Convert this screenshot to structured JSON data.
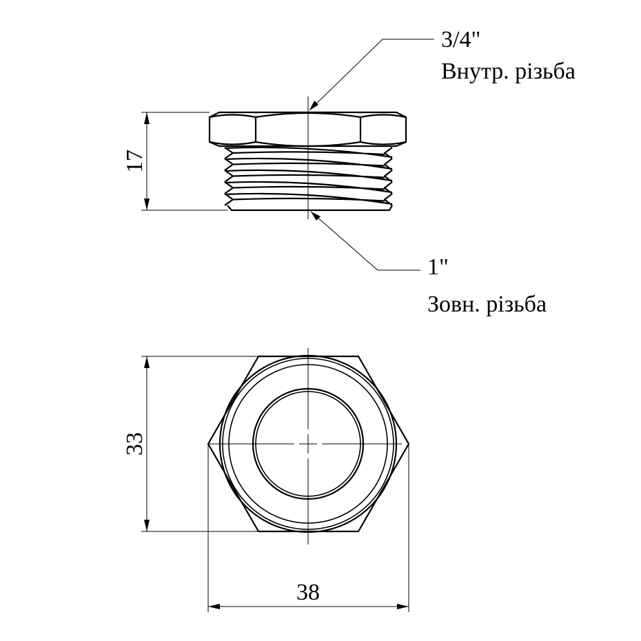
{
  "callouts": {
    "inner_thread_size": "3/4\"",
    "inner_thread_label": "Внутр. різьба",
    "outer_thread_size": "1\"",
    "outer_thread_label": "Зовн. різьба"
  },
  "dimensions": {
    "height": "17",
    "across_flats": "33",
    "across_corners": "38"
  }
}
